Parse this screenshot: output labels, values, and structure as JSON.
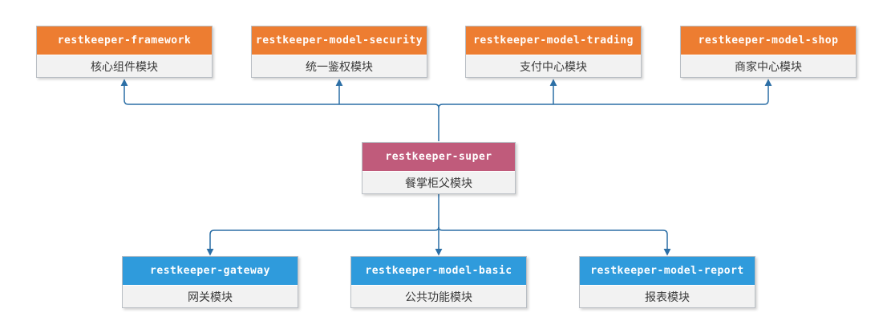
{
  "diagram": {
    "connector_color": "#2C6FA6",
    "top": [
      {
        "title": "restkeeper-framework",
        "subtitle": "核心组件模块",
        "color": "#ED7D31"
      },
      {
        "title": "restkeeper-model-security",
        "subtitle": "统一鉴权模块",
        "color": "#ED7D31"
      },
      {
        "title": "restkeeper-model-trading",
        "subtitle": "支付中心模块",
        "color": "#ED7D31"
      },
      {
        "title": "restkeeper-model-shop",
        "subtitle": "商家中心模块",
        "color": "#ED7D31"
      }
    ],
    "center": {
      "title": "restkeeper-super",
      "subtitle": "餐掌柜父模块",
      "color": "#C05B7B"
    },
    "bottom": [
      {
        "title": "restkeeper-gateway",
        "subtitle": "网关模块",
        "color": "#2F9BDC"
      },
      {
        "title": "restkeeper-model-basic",
        "subtitle": "公共功能模块",
        "color": "#2F9BDC"
      },
      {
        "title": "restkeeper-model-report",
        "subtitle": "报表模块",
        "color": "#2F9BDC"
      }
    ]
  }
}
